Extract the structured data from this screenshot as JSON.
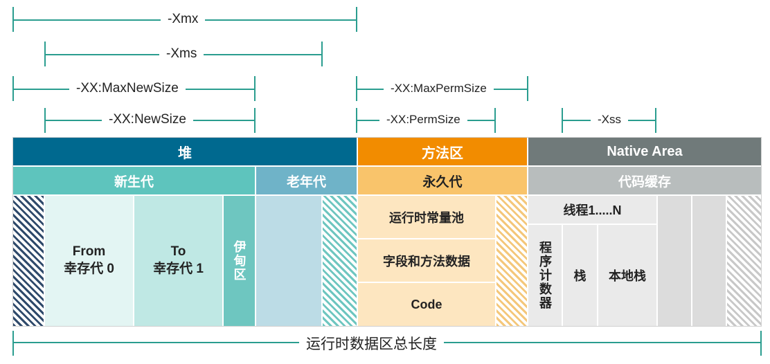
{
  "dimensions": {
    "xmx": "-Xmx",
    "xms": "-Xms",
    "max_new_size": "-XX:MaxNewSize",
    "new_size": "-XX:NewSize",
    "max_perm_size": "-XX:MaxPermSize",
    "perm_size": "-XX:PermSize",
    "xss": "-Xss",
    "total": "运行时数据区总长度"
  },
  "headers": {
    "heap": "堆",
    "method_area": "方法区",
    "native_area": "Native Area",
    "young_gen": "新生代",
    "old_gen": "老年代",
    "perm_gen": "永久代",
    "code_cache": "代码缓存"
  },
  "young": {
    "from_line1": "From",
    "from_line2": "幸存代 0",
    "to_line1": "To",
    "to_line2": "幸存代 1",
    "eden": "伊甸区"
  },
  "perm": {
    "runtime_pool": "运行时常量池",
    "fields_methods": "字段和方法数据",
    "code": "Code"
  },
  "native": {
    "threads": "线程1.....N",
    "pc_register": "程序计数器",
    "stack": "栈",
    "native_stack": "本地栈"
  },
  "colors": {
    "heap": "#00698f",
    "method_area": "#f28c00",
    "native_area": "#707a7a",
    "young_gen": "#5ec4bd",
    "old_gen": "#6fb3c8",
    "perm_gen": "#f9c46b",
    "code_cache": "#b8bdbd"
  }
}
